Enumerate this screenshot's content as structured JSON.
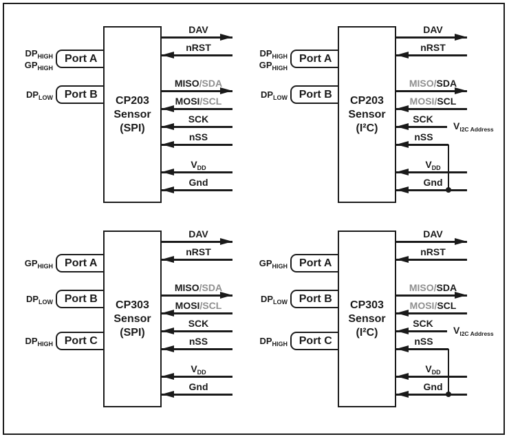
{
  "figure": {
    "background": "#ffffff",
    "line_color": "#1a1a1a",
    "muted_color": "#8f8f8f"
  },
  "diagrams": [
    {
      "name": "cp203-spi",
      "position": "top-left",
      "chip": {
        "model": "CP203",
        "type": "Sensor",
        "interface": "(SPI)"
      },
      "ports": [
        {
          "label": "Port A",
          "tags": [
            {
              "base": "DP",
              "sub": "HIGH"
            },
            {
              "base": "GP",
              "sub": "HIGH"
            }
          ]
        },
        {
          "label": "Port B",
          "tags": [
            {
              "base": "DP",
              "sub": "LOW"
            }
          ]
        }
      ],
      "signals": [
        {
          "name": "DAV",
          "dir": "out",
          "parts": [
            {
              "t": "DAV"
            }
          ]
        },
        {
          "name": "nRST",
          "dir": "in",
          "parts": [
            {
              "t": "nRST"
            }
          ]
        },
        {
          "name": "MISO/SDA",
          "dir": "out",
          "parts": [
            {
              "t": "MISO"
            },
            {
              "t": "/SDA",
              "muted": true
            }
          ]
        },
        {
          "name": "MOSI/SCL",
          "dir": "in",
          "parts": [
            {
              "t": "MOSI"
            },
            {
              "t": "/SCL",
              "muted": true
            }
          ]
        },
        {
          "name": "SCK",
          "dir": "in",
          "parts": [
            {
              "t": "SCK"
            }
          ]
        },
        {
          "name": "nSS",
          "dir": "in",
          "parts": [
            {
              "t": "nSS"
            }
          ]
        },
        {
          "name": "VDD",
          "dir": "in",
          "parts": [
            {
              "t": "V"
            },
            {
              "t": "DD",
              "sub": true
            }
          ]
        },
        {
          "name": "Gnd",
          "dir": "in",
          "parts": [
            {
              "t": "Gnd"
            }
          ]
        }
      ]
    },
    {
      "name": "cp203-i2c",
      "position": "top-right",
      "chip": {
        "model": "CP203",
        "type": "Sensor",
        "interface": "(I²C)"
      },
      "ports": [
        {
          "label": "Port A",
          "tags": [
            {
              "base": "DP",
              "sub": "HIGH"
            },
            {
              "base": "GP",
              "sub": "HIGH"
            }
          ]
        },
        {
          "label": "Port B",
          "tags": [
            {
              "base": "DP",
              "sub": "LOW"
            }
          ]
        }
      ],
      "signals": [
        {
          "name": "DAV",
          "dir": "out",
          "parts": [
            {
              "t": "DAV"
            }
          ]
        },
        {
          "name": "nRST",
          "dir": "in",
          "parts": [
            {
              "t": "nRST"
            }
          ]
        },
        {
          "name": "MISO/SDA",
          "dir": "out",
          "parts": [
            {
              "t": "MISO/",
              "muted": true
            },
            {
              "t": "SDA"
            }
          ]
        },
        {
          "name": "MOSI/SCL",
          "dir": "in",
          "parts": [
            {
              "t": "MOSI/",
              "muted": true
            },
            {
              "t": "SCL"
            }
          ]
        },
        {
          "name": "SCK",
          "dir": "in",
          "parts": [
            {
              "t": "SCK"
            }
          ],
          "right_label": {
            "base": "V",
            "sub": "I2C Address"
          }
        },
        {
          "name": "nSS",
          "dir": "in",
          "parts": [
            {
              "t": "nSS"
            }
          ],
          "tie_to_gnd": true
        },
        {
          "name": "VDD",
          "dir": "in",
          "parts": [
            {
              "t": "V"
            },
            {
              "t": "DD",
              "sub": true
            }
          ]
        },
        {
          "name": "Gnd",
          "dir": "in",
          "parts": [
            {
              "t": "Gnd"
            }
          ]
        }
      ]
    },
    {
      "name": "cp303-spi",
      "position": "bottom-left",
      "chip": {
        "model": "CP303",
        "type": "Sensor",
        "interface": "(SPI)"
      },
      "ports": [
        {
          "label": "Port A",
          "tags": [
            {
              "base": "GP",
              "sub": "HIGH"
            }
          ]
        },
        {
          "label": "Port B",
          "tags": [
            {
              "base": "DP",
              "sub": "LOW"
            }
          ]
        },
        {
          "label": "Port C",
          "tags": [
            {
              "base": "DP",
              "sub": "HIGH"
            }
          ]
        }
      ],
      "signals": [
        {
          "name": "DAV",
          "dir": "out",
          "parts": [
            {
              "t": "DAV"
            }
          ]
        },
        {
          "name": "nRST",
          "dir": "in",
          "parts": [
            {
              "t": "nRST"
            }
          ]
        },
        {
          "name": "MISO/SDA",
          "dir": "out",
          "parts": [
            {
              "t": "MISO"
            },
            {
              "t": "/SDA",
              "muted": true
            }
          ]
        },
        {
          "name": "MOSI/SCL",
          "dir": "in",
          "parts": [
            {
              "t": "MOSI"
            },
            {
              "t": "/SCL",
              "muted": true
            }
          ]
        },
        {
          "name": "SCK",
          "dir": "in",
          "parts": [
            {
              "t": "SCK"
            }
          ]
        },
        {
          "name": "nSS",
          "dir": "in",
          "parts": [
            {
              "t": "nSS"
            }
          ]
        },
        {
          "name": "VDD",
          "dir": "in",
          "parts": [
            {
              "t": "V"
            },
            {
              "t": "DD",
              "sub": true
            }
          ]
        },
        {
          "name": "Gnd",
          "dir": "in",
          "parts": [
            {
              "t": "Gnd"
            }
          ]
        }
      ]
    },
    {
      "name": "cp303-i2c",
      "position": "bottom-right",
      "chip": {
        "model": "CP303",
        "type": "Sensor",
        "interface": "(I²C)"
      },
      "ports": [
        {
          "label": "Port A",
          "tags": [
            {
              "base": "GP",
              "sub": "HIGH"
            }
          ]
        },
        {
          "label": "Port B",
          "tags": [
            {
              "base": "DP",
              "sub": "LOW"
            }
          ]
        },
        {
          "label": "Port C",
          "tags": [
            {
              "base": "DP",
              "sub": "HIGH"
            }
          ]
        }
      ],
      "signals": [
        {
          "name": "DAV",
          "dir": "out",
          "parts": [
            {
              "t": "DAV"
            }
          ]
        },
        {
          "name": "nRST",
          "dir": "in",
          "parts": [
            {
              "t": "nRST"
            }
          ]
        },
        {
          "name": "MISO/SDA",
          "dir": "out",
          "parts": [
            {
              "t": "MISO/",
              "muted": true
            },
            {
              "t": "SDA"
            }
          ]
        },
        {
          "name": "MOSI/SCL",
          "dir": "in",
          "parts": [
            {
              "t": "MOSI/",
              "muted": true
            },
            {
              "t": "SCL"
            }
          ]
        },
        {
          "name": "SCK",
          "dir": "in",
          "parts": [
            {
              "t": "SCK"
            }
          ],
          "right_label": {
            "base": "V",
            "sub": "I2C Address"
          }
        },
        {
          "name": "nSS",
          "dir": "in",
          "parts": [
            {
              "t": "nSS"
            }
          ],
          "tie_to_gnd": true
        },
        {
          "name": "VDD",
          "dir": "in",
          "parts": [
            {
              "t": "V"
            },
            {
              "t": "DD",
              "sub": true
            }
          ]
        },
        {
          "name": "Gnd",
          "dir": "in",
          "parts": [
            {
              "t": "Gnd"
            }
          ]
        }
      ]
    }
  ]
}
